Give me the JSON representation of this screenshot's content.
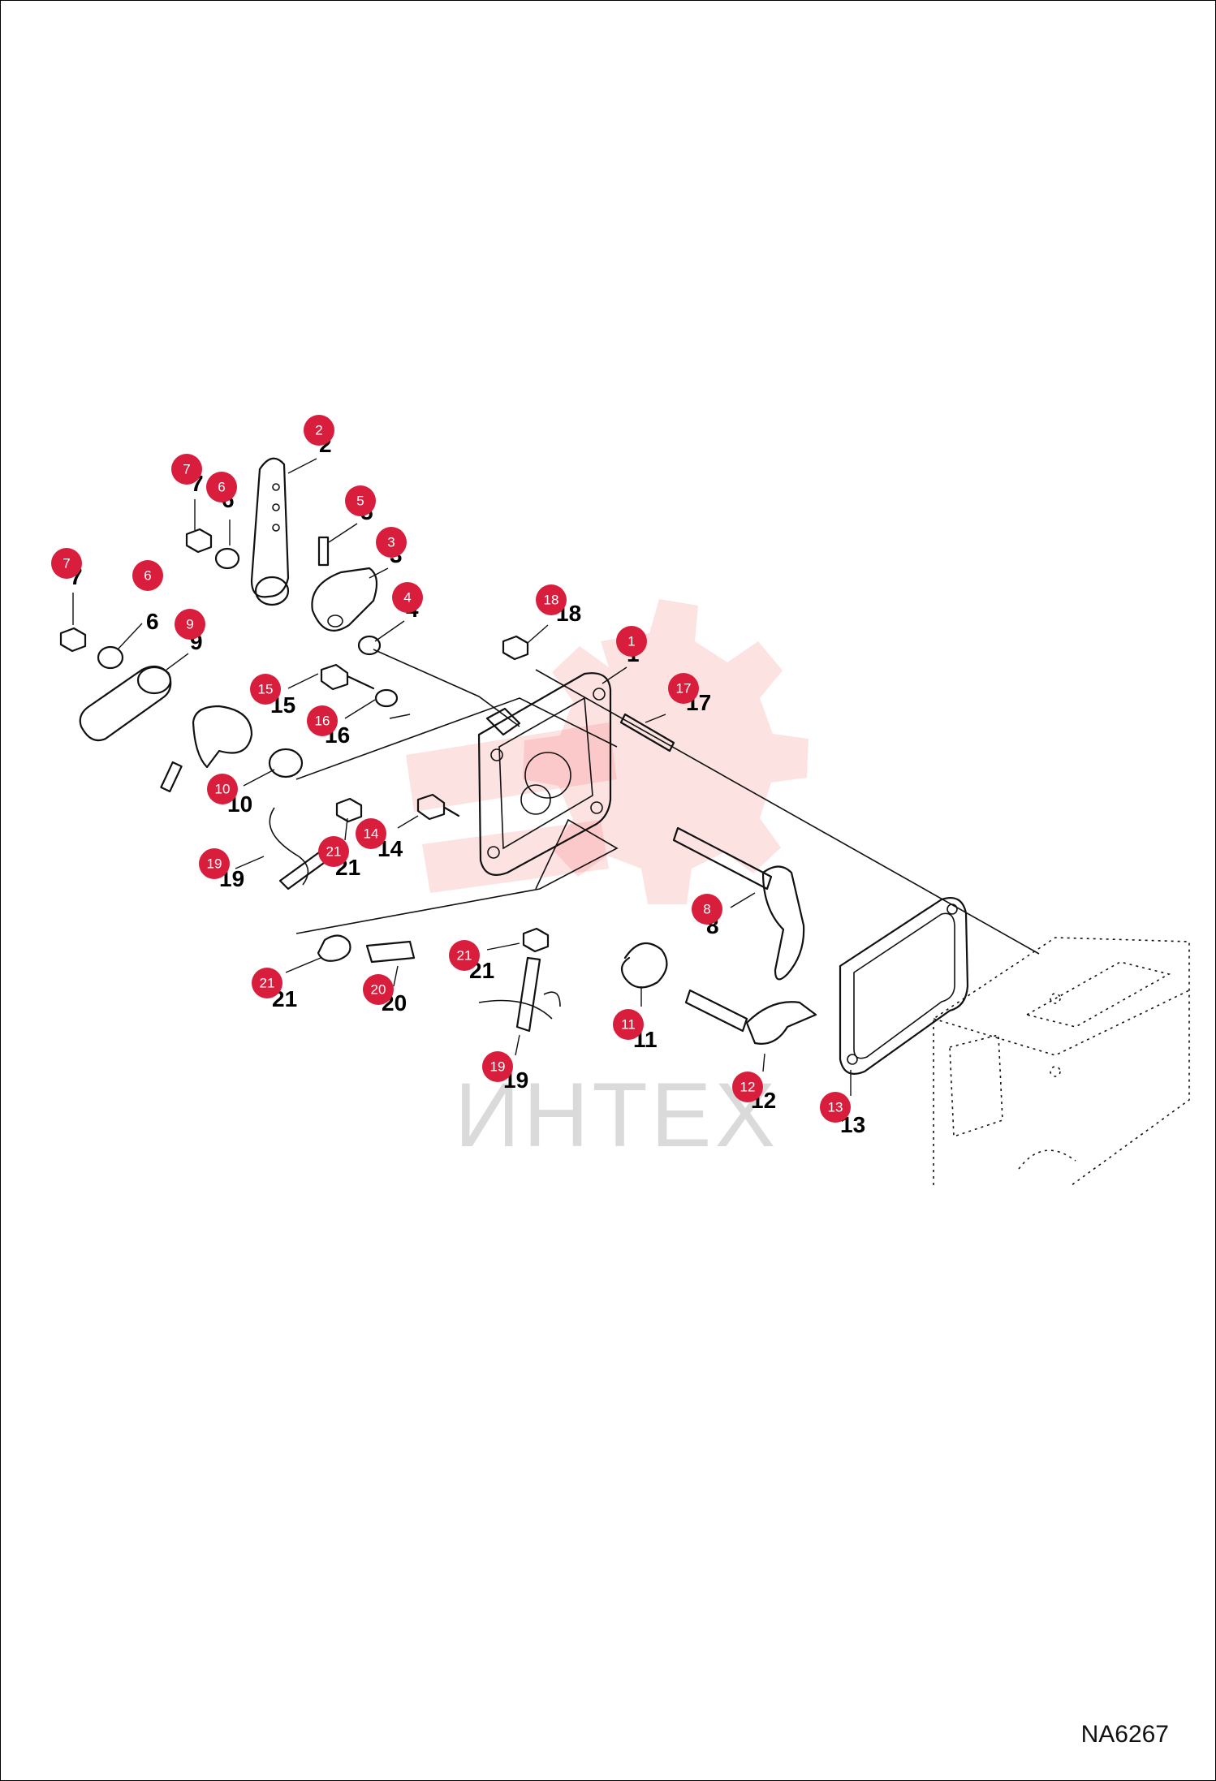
{
  "watermark": "ИНТЕХ",
  "diagram_code": "NA6267",
  "colors": {
    "callout": "#d81e3c",
    "line": "#111111",
    "watermark": "#f04c4c"
  },
  "callouts": [
    {
      "id": "c1",
      "badge": "1",
      "label": "1"
    },
    {
      "id": "c2",
      "badge": "2",
      "label": "2"
    },
    {
      "id": "c3",
      "badge": "3",
      "label": "3"
    },
    {
      "id": "c4",
      "badge": "4",
      "label": "4"
    },
    {
      "id": "c5",
      "badge": "5",
      "label": "5"
    },
    {
      "id": "c6a",
      "badge": "6",
      "label": "6"
    },
    {
      "id": "c6b",
      "badge": "6",
      "label": "6"
    },
    {
      "id": "c7a",
      "badge": "7",
      "label": "7"
    },
    {
      "id": "c7b",
      "badge": "7",
      "label": "7"
    },
    {
      "id": "c8",
      "badge": "8",
      "label": "8"
    },
    {
      "id": "c9",
      "badge": "9",
      "label": "9"
    },
    {
      "id": "c10",
      "badge": "10",
      "label": "10"
    },
    {
      "id": "c11",
      "badge": "11",
      "label": "11"
    },
    {
      "id": "c12",
      "badge": "12",
      "label": "12"
    },
    {
      "id": "c13",
      "badge": "13",
      "label": "13"
    },
    {
      "id": "c14",
      "badge": "14",
      "label": "14"
    },
    {
      "id": "c15",
      "badge": "15",
      "label": "15"
    },
    {
      "id": "c16",
      "badge": "16",
      "label": "16"
    },
    {
      "id": "c17",
      "badge": "17",
      "label": "17"
    },
    {
      "id": "c18",
      "badge": "18",
      "label": "18"
    },
    {
      "id": "c19a",
      "badge": "19",
      "label": "19"
    },
    {
      "id": "c19b",
      "badge": "19",
      "label": "19"
    },
    {
      "id": "c20",
      "badge": "20",
      "label": "20"
    },
    {
      "id": "c21a",
      "badge": "21",
      "label": "21"
    },
    {
      "id": "c21b",
      "badge": "21",
      "label": "21"
    },
    {
      "id": "c21c",
      "badge": "21",
      "label": "21"
    }
  ]
}
